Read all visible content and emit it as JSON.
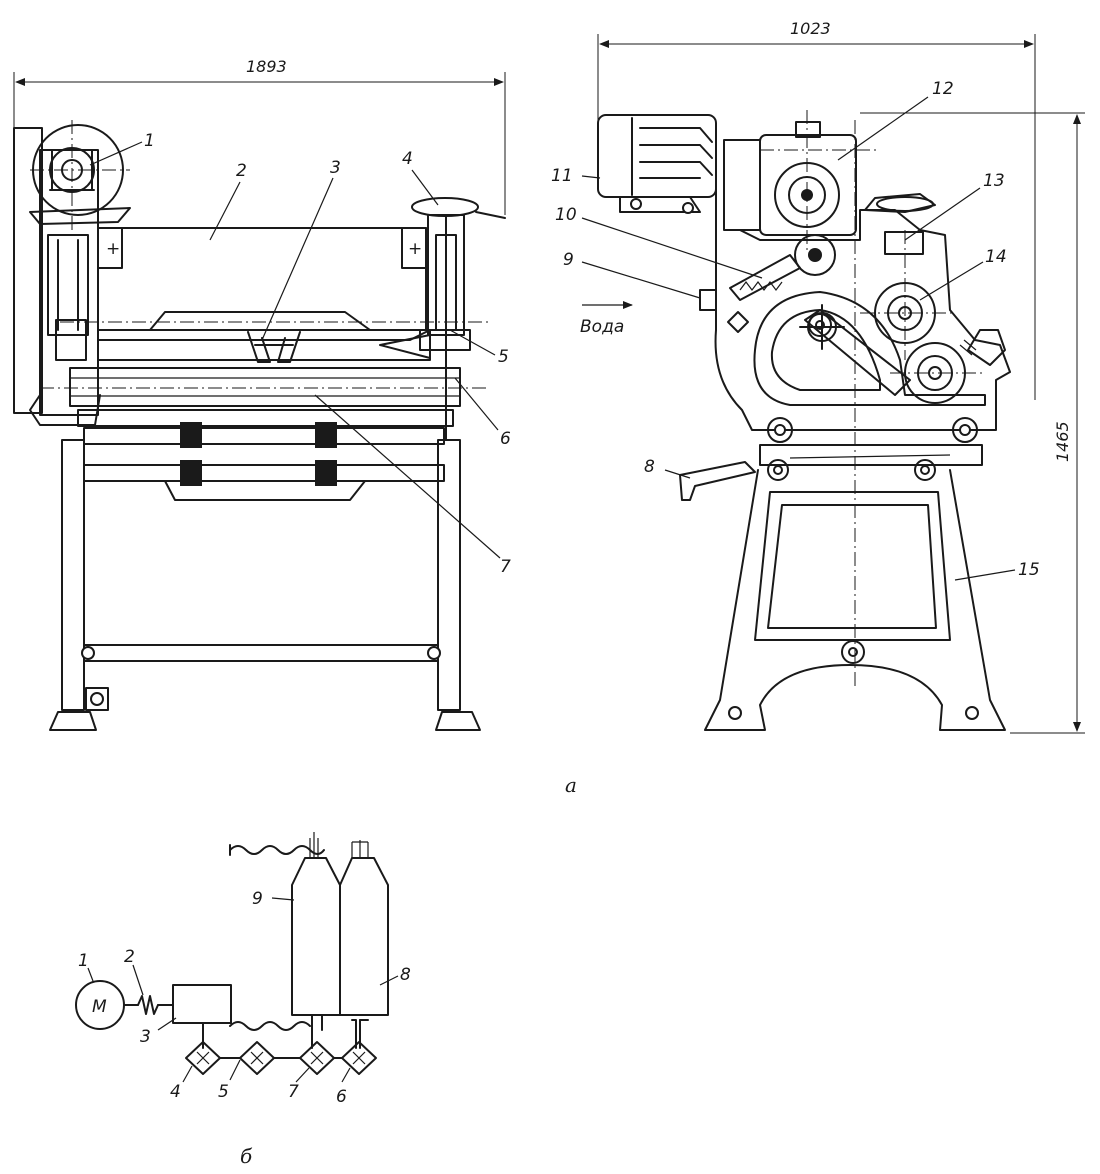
{
  "dimensions": {
    "front_width": "1893",
    "side_width": "1023",
    "height": "1465"
  },
  "front_view": {
    "callouts": [
      "1",
      "2",
      "3",
      "4",
      "5",
      "6",
      "7"
    ]
  },
  "side_view": {
    "callouts": [
      "8",
      "9",
      "10",
      "11",
      "12",
      "13",
      "14",
      "15"
    ],
    "water_label": "Вода"
  },
  "scheme": {
    "motor_symbol": "M",
    "callouts": [
      "1",
      "2",
      "3",
      "4",
      "5",
      "7",
      "6",
      "9",
      "8"
    ]
  },
  "captions": {
    "view_a": "а",
    "view_b": "б"
  },
  "colors": {
    "ink": "#1a1a1a",
    "paper": "#ffffff"
  }
}
